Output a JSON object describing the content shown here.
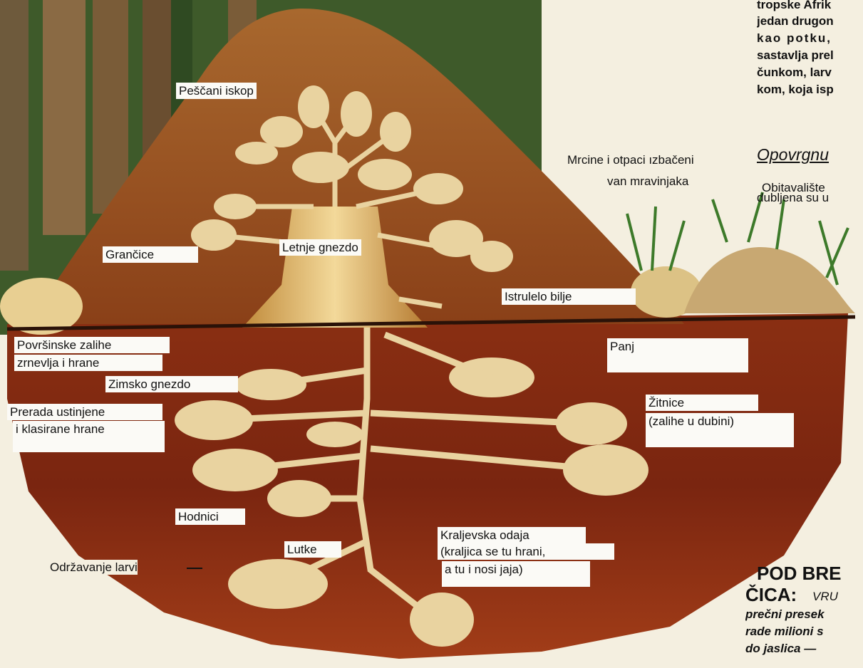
{
  "labels": {
    "pescani_iskop": "Peščani iskop",
    "mrcine_line1": "Mrcine i otpaci ızbačeni",
    "mrcine_line2": "van mravinjaka",
    "grancice": "Grančice",
    "letnje_gnezdo": "Letnje gnezdo",
    "istrulelo_bilje": "Istrulelo bilje",
    "povrsinske_line1": "Površinske zalihe",
    "povrsinske_line2": "zrnevlja i hrane",
    "panj": "Panj",
    "zimsko_gnezdo": "Zimsko gnezdo",
    "zitnice_line1": "Žitnice",
    "zitnice_line2": "(zalihe u dubini)",
    "prerada_line1": "Prerada ustinjene",
    "prerada_line2": "i klasirane hrane",
    "hodnici": "Hodnici",
    "lutke": "Lutke",
    "kraljevska_line1": "Kraljevska odaja",
    "kraljevska_line2": "(kraljica se tu hrani,",
    "kraljevska_line3": "a tu i nosi jaja)",
    "odrzavanje_larvi": "Održavanje larvi"
  },
  "side_text": {
    "lines": [
      "tropske Afrik",
      "jedan drugon",
      "kao potku,",
      "sastavlja prel",
      "čunkom, larv",
      "kom, koja isp"
    ],
    "heading": "Opovrgnu",
    "obit_line1": "Obitavalište",
    "obit_line2": "dubljena su u"
  },
  "caption": {
    "title_line1": "POD BRE",
    "title_line2": "ČICA:",
    "title_rest": "VRU",
    "line3": "prečni presek",
    "line4": "rade milioni s",
    "line5": "do jaslica —"
  }
}
